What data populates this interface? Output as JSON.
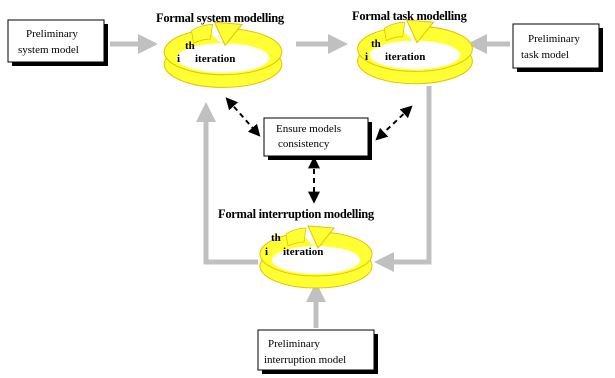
{
  "diagram": {
    "boxes": {
      "preliminary_system_model": [
        "Preliminary",
        "system model"
      ],
      "preliminary_task_model": [
        "Preliminary",
        "task model"
      ],
      "preliminary_interruption_model": [
        "Preliminary",
        "interruption model"
      ],
      "ensure_consistency": [
        "Ensure  models",
        "consistency"
      ]
    },
    "cycles": {
      "system": {
        "title": "Formal system modelling",
        "sup": "th",
        "prefix": "i",
        "label": "iteration"
      },
      "task": {
        "title": "Formal task modelling",
        "sup": "th",
        "prefix": "i",
        "label": "iteration"
      },
      "interruption": {
        "title": "Formal interruption modelling",
        "sup": "th",
        "prefix": "i",
        "label": "iteration"
      }
    },
    "colors": {
      "cycle_fill": "#ffff33",
      "cycle_edge": "#e6c200",
      "flow_arrow": "#c0c0c0",
      "box_shadow": "#000000",
      "dashed_arrow": "#000000"
    }
  }
}
